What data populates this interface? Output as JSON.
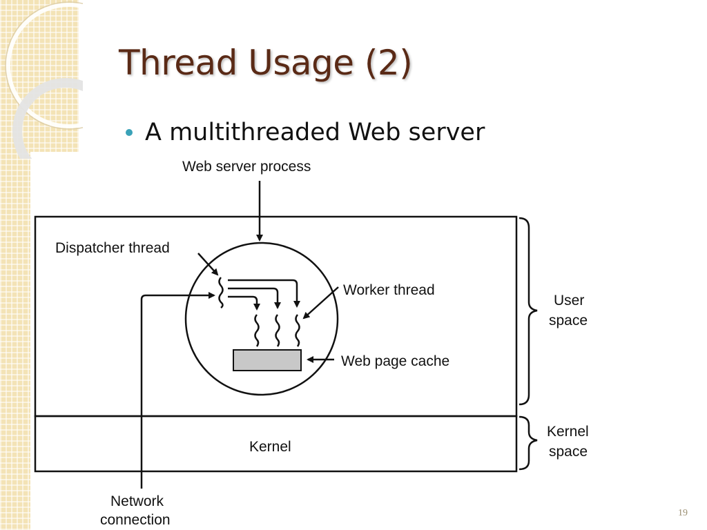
{
  "slide": {
    "title": "Thread Usage (2)",
    "bullet": "A multithreaded Web server",
    "page_number": "19"
  },
  "diagram": {
    "labels": {
      "web_server_process": "Web server process",
      "dispatcher_thread": "Dispatcher thread",
      "worker_thread": "Worker thread",
      "web_page_cache": "Web page cache",
      "kernel": "Kernel",
      "user_space_line1": "User",
      "user_space_line2": "space",
      "kernel_space_line1": "Kernel",
      "kernel_space_line2": "space",
      "network_line1": "Network",
      "network_line2": "connection"
    }
  },
  "colors": {
    "title": "#5a2a16",
    "bullet_dot": "#3aa2b8",
    "cache_fill": "#c8c8c8"
  }
}
